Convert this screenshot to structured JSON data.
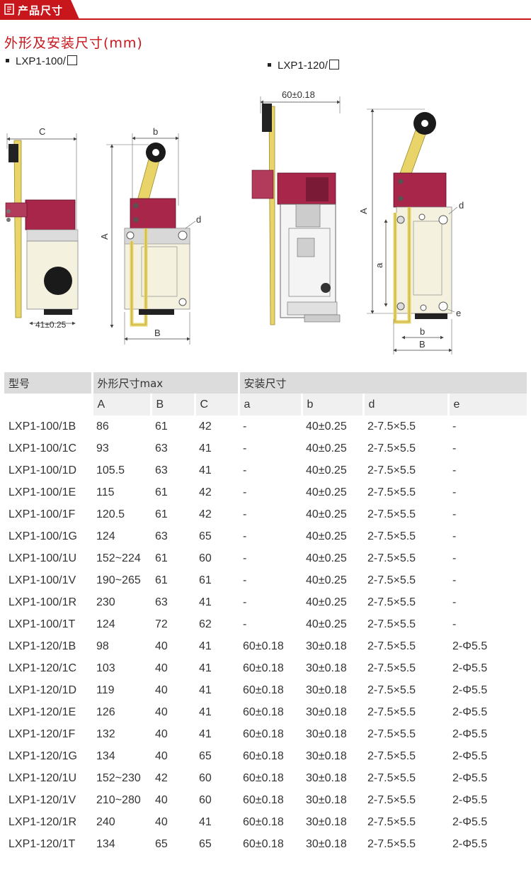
{
  "header": {
    "tab_label": "产品尺寸",
    "section_title": "外形及安装尺寸(mm)"
  },
  "colors": {
    "accent": "#c8161d",
    "lever": "#e9d46a",
    "plunger_head": "#a8264a",
    "body": "#f4f1df"
  },
  "drawings": {
    "left_model": "LXP1-100/",
    "right_model": "LXP1-120/",
    "labels": {
      "dim_C": "C",
      "dim_41": "41±0.25",
      "dim_b_left": "b",
      "dim_A_left": "A",
      "dim_d_left": "d",
      "dim_B_left": "B",
      "dim_60": "60±0.18",
      "dim_A_right": "A",
      "dim_a": "a",
      "dim_d_right": "d",
      "dim_e": "e",
      "dim_b_right": "b",
      "dim_B_right": "B"
    }
  },
  "table": {
    "header_groups": [
      "型号",
      "外形尺寸max",
      "安装尺寸"
    ],
    "columns": [
      "A",
      "B",
      "C",
      "a",
      "b",
      "d",
      "e"
    ],
    "rows": [
      [
        "LXP1-100/1B",
        "86",
        "61",
        "42",
        "-",
        "40±0.25",
        "2-7.5×5.5",
        "-"
      ],
      [
        "LXP1-100/1C",
        "93",
        "63",
        "41",
        "-",
        "40±0.25",
        "2-7.5×5.5",
        "-"
      ],
      [
        "LXP1-100/1D",
        "105.5",
        "63",
        "41",
        "-",
        "40±0.25",
        "2-7.5×5.5",
        "-"
      ],
      [
        "LXP1-100/1E",
        "115",
        "61",
        "42",
        "-",
        "40±0.25",
        "2-7.5×5.5",
        "-"
      ],
      [
        "LXP1-100/1F",
        "120.5",
        "61",
        "42",
        "-",
        "40±0.25",
        "2-7.5×5.5",
        "-"
      ],
      [
        "LXP1-100/1G",
        "124",
        "63",
        "65",
        "-",
        "40±0.25",
        "2-7.5×5.5",
        "-"
      ],
      [
        "LXP1-100/1U",
        "152~224",
        "61",
        "60",
        "-",
        "40±0.25",
        "2-7.5×5.5",
        "-"
      ],
      [
        "LXP1-100/1V",
        "190~265",
        "61",
        "61",
        "-",
        "40±0.25",
        "2-7.5×5.5",
        "-"
      ],
      [
        "LXP1-100/1R",
        "230",
        "63",
        "41",
        "-",
        "40±0.25",
        "2-7.5×5.5",
        "-"
      ],
      [
        "LXP1-100/1T",
        "124",
        "72",
        "62",
        "-",
        "40±0.25",
        "2-7.5×5.5",
        "-"
      ],
      [
        "LXP1-120/1B",
        "98",
        "40",
        "41",
        "60±0.18",
        "30±0.18",
        "2-7.5×5.5",
        "2-Φ5.5"
      ],
      [
        "LXP1-120/1C",
        "103",
        "40",
        "41",
        "60±0.18",
        "30±0.18",
        "2-7.5×5.5",
        "2-Φ5.5"
      ],
      [
        "LXP1-120/1D",
        "119",
        "40",
        "41",
        "60±0.18",
        "30±0.18",
        "2-7.5×5.5",
        "2-Φ5.5"
      ],
      [
        "LXP1-120/1E",
        "126",
        "40",
        "41",
        "60±0.18",
        "30±0.18",
        "2-7.5×5.5",
        "2-Φ5.5"
      ],
      [
        "LXP1-120/1F",
        "132",
        "40",
        "41",
        "60±0.18",
        "30±0.18",
        "2-7.5×5.5",
        "2-Φ5.5"
      ],
      [
        "LXP1-120/1G",
        "134",
        "40",
        "65",
        "60±0.18",
        "30±0.18",
        "2-7.5×5.5",
        "2-Φ5.5"
      ],
      [
        "LXP1-120/1U",
        "152~230",
        "42",
        "60",
        "60±0.18",
        "30±0.18",
        "2-7.5×5.5",
        "2-Φ5.5"
      ],
      [
        "LXP1-120/1V",
        "210~280",
        "40",
        "60",
        "60±0.18",
        "30±0.18",
        "2-7.5×5.5",
        "2-Φ5.5"
      ],
      [
        "LXP1-120/1R",
        "240",
        "40",
        "41",
        "60±0.18",
        "30±0.18",
        "2-7.5×5.5",
        "2-Φ5.5"
      ],
      [
        "LXP1-120/1T",
        "134",
        "65",
        "65",
        "60±0.18",
        "30±0.18",
        "2-7.5×5.5",
        "2-Φ5.5"
      ]
    ]
  }
}
